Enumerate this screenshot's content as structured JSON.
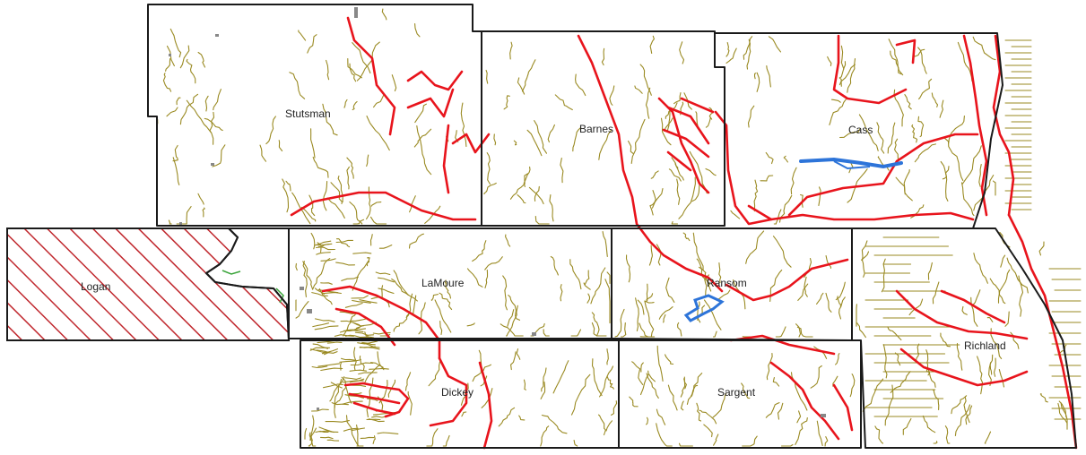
{
  "map": {
    "colors": {
      "background": "#ffffff",
      "county_border": "#1a1a1a",
      "minor_streams": "#9a8a22",
      "major_rivers": "#e8141c",
      "lakes": "#2d74d9",
      "excluded_hatch": "#c0272d",
      "small_water": "#888888",
      "wetland_green": "#3aa43a"
    },
    "counties": [
      {
        "id": "stutsman",
        "label": "Stutsman",
        "excluded": false
      },
      {
        "id": "barnes",
        "label": "Barnes",
        "excluded": false
      },
      {
        "id": "cass",
        "label": "Cass",
        "excluded": false
      },
      {
        "id": "logan",
        "label": "Logan",
        "excluded": true
      },
      {
        "id": "lamoure",
        "label": "LaMoure",
        "excluded": false
      },
      {
        "id": "ransom",
        "label": "Ransom",
        "excluded": false
      },
      {
        "id": "richland",
        "label": "Richland",
        "excluded": false
      },
      {
        "id": "dickey",
        "label": "Dickey",
        "excluded": false
      },
      {
        "id": "sargent",
        "label": "Sargent",
        "excluded": false
      }
    ]
  }
}
